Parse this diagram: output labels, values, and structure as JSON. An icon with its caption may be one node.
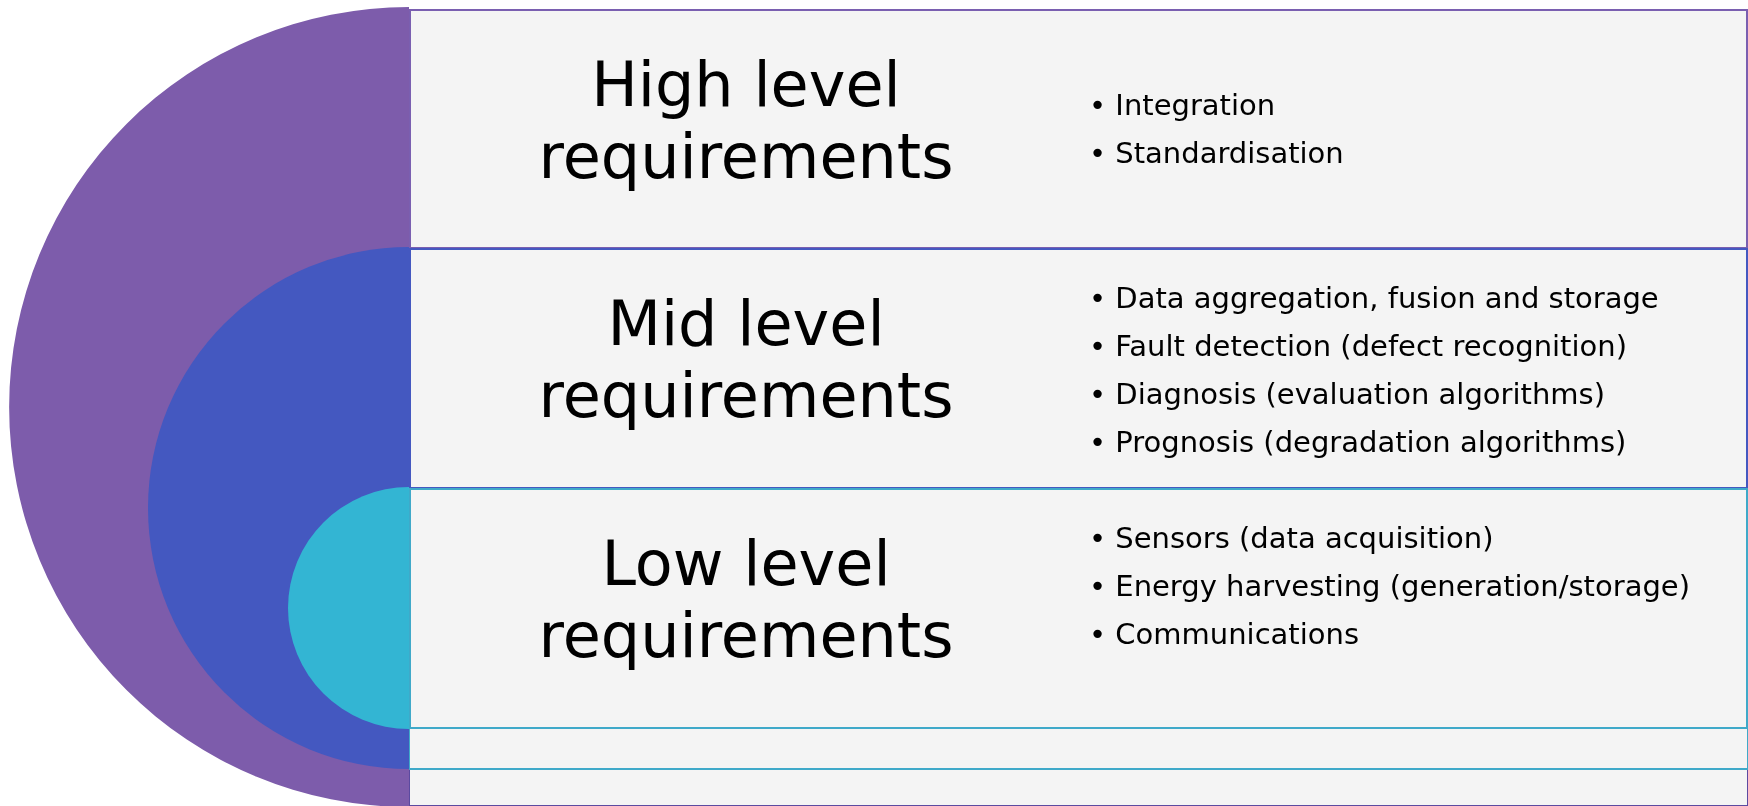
{
  "diagram": {
    "nodes": [
      {
        "text": [
          "High level requirements",
          "• Integration",
          "• Standardisation"
        ]
      },
      {
        "text": [
          "Mid level requirements",
          "• Data aggregation, fusion and storage",
          "• Fault detection (defect recognition)",
          "• Diagnosis (evaluation algorithms)",
          "• Prognosis (degradation algorithms)"
        ]
      },
      {
        "text": [
          "Low level requirements",
          "• Sensors (data acquisition)",
          "• Energy harvesting (generation/storage)",
          "• Communications"
        ]
      }
    ]
  }
}
